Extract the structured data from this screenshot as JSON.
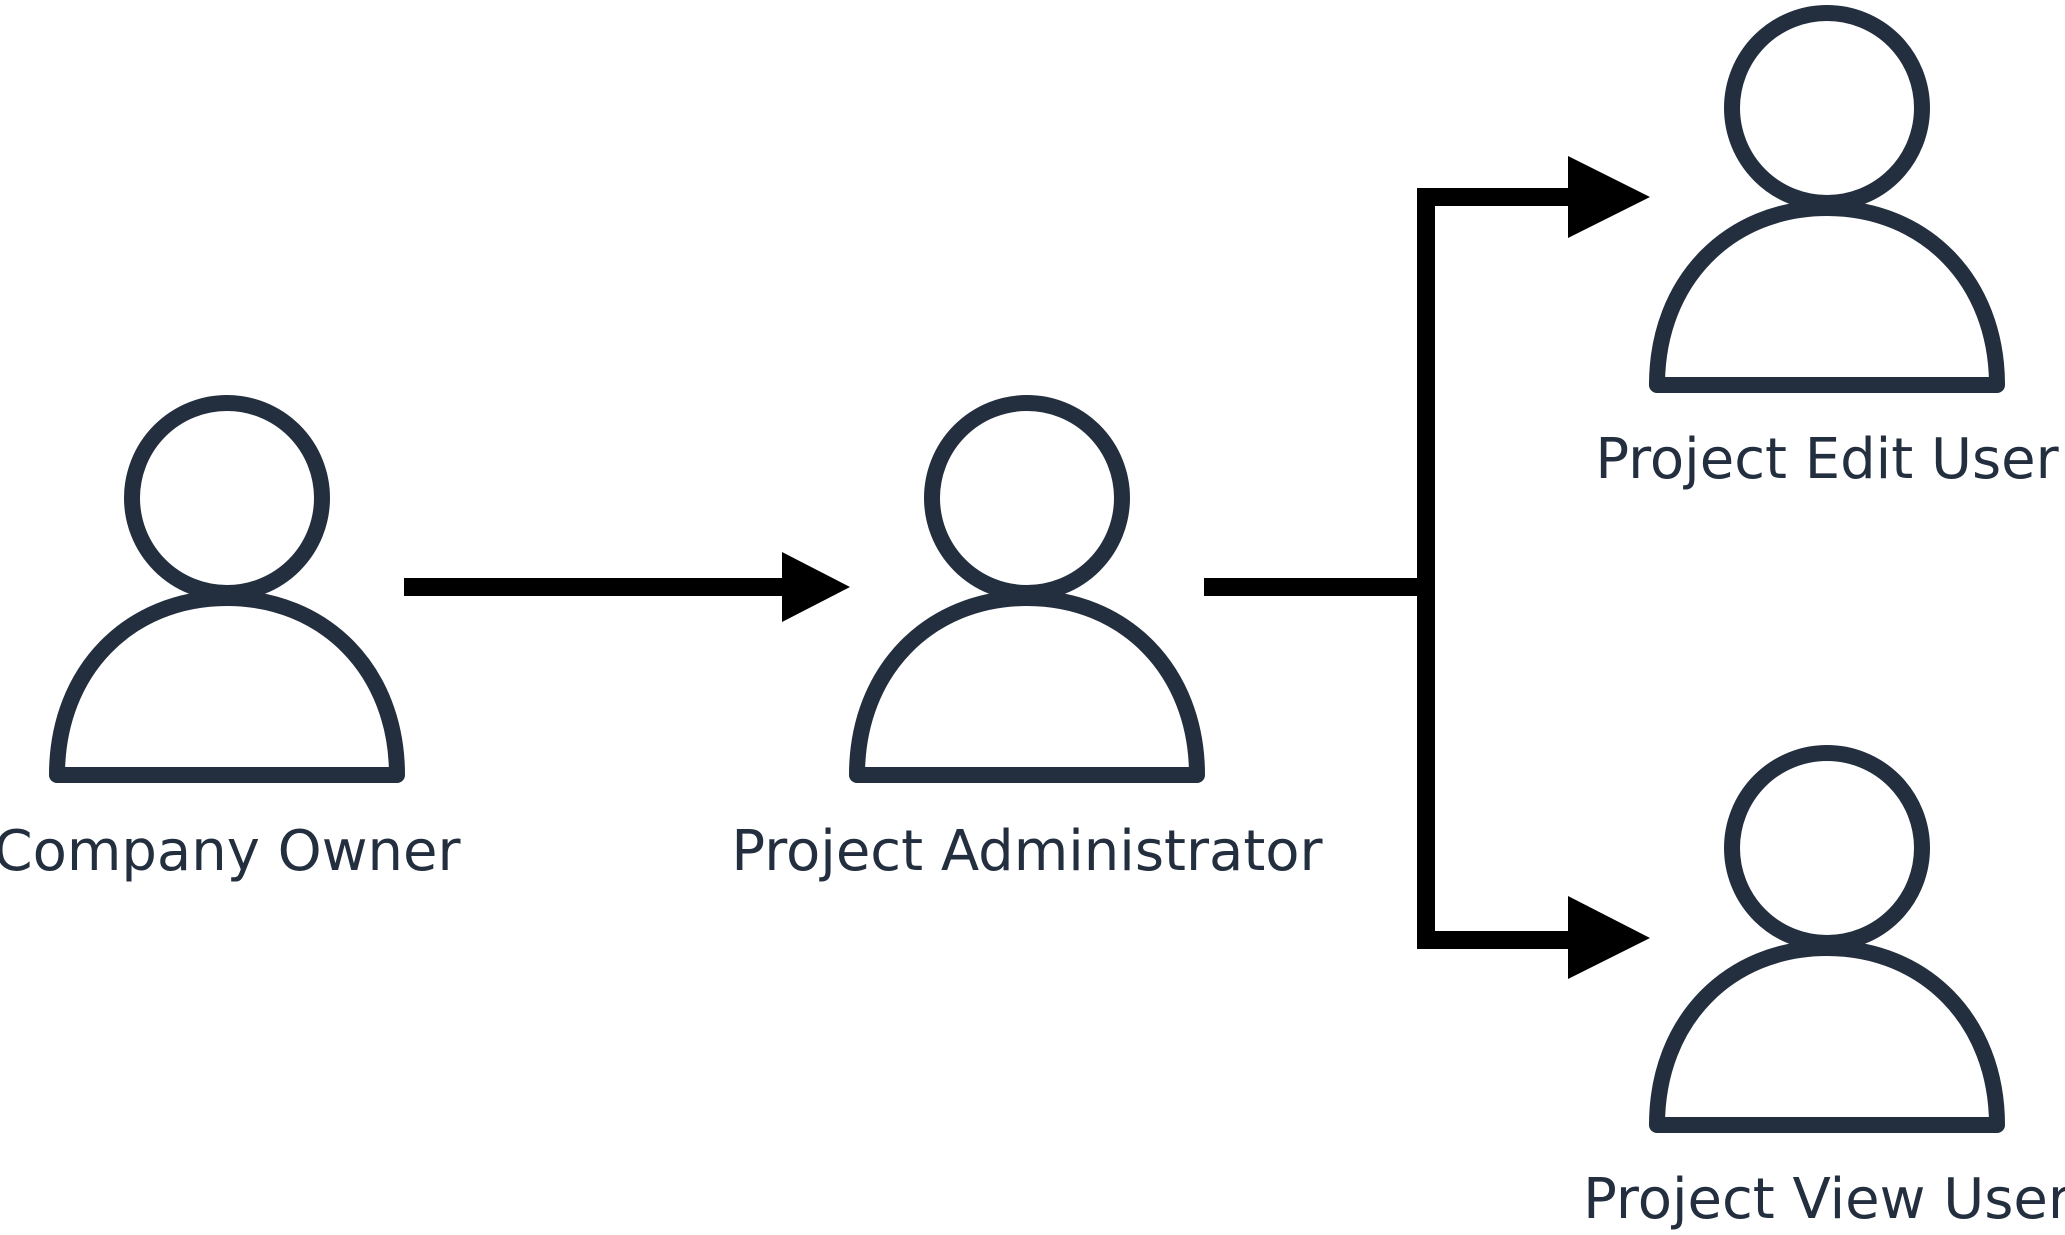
{
  "colors": {
    "icon_stroke": "#232f3e",
    "connector": "#000000",
    "background": "#ffffff",
    "label_text": "#232f3e"
  },
  "nodes": [
    {
      "id": "company-owner",
      "label": "Company Owner",
      "icon": "user-icon"
    },
    {
      "id": "project-administrator",
      "label": "Project Administrator",
      "icon": "user-icon"
    },
    {
      "id": "project-edit-user",
      "label": "Project Edit User",
      "icon": "user-icon"
    },
    {
      "id": "project-view-user",
      "label": "Project View User",
      "icon": "user-icon"
    }
  ],
  "edges": [
    {
      "from": "company-owner",
      "to": "project-administrator"
    },
    {
      "from": "project-administrator",
      "to": "project-edit-user"
    },
    {
      "from": "project-administrator",
      "to": "project-view-user"
    }
  ]
}
